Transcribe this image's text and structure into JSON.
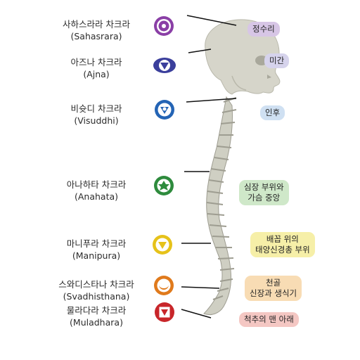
{
  "chakras": [
    {
      "korean": "사하스라라 차크라",
      "latin": "(Sahasrara)",
      "icon": "sahasrara-chakra-icon",
      "color": "#8a3fa6",
      "region": [
        "정수리"
      ],
      "tag_color": "#d7c6e6"
    },
    {
      "korean": "아즈나 차크라",
      "latin": "(Ajna)",
      "icon": "ajna-chakra-icon",
      "color": "#3b3f9c",
      "region": [
        "미간"
      ],
      "tag_color": "#d6d3ec"
    },
    {
      "korean": "비슛디 차크라",
      "latin": "(Visuddhi)",
      "icon": "visuddhi-chakra-icon",
      "color": "#2464b5",
      "region": [
        "인후"
      ],
      "tag_color": "#cfe0f2"
    },
    {
      "korean": "아나하타 차크라",
      "latin": "(Anahata)",
      "icon": "anahata-chakra-icon",
      "color": "#2e8b3d",
      "region": [
        "심장 부위와",
        "가슴 중앙"
      ],
      "tag_color": "#cfe8c9"
    },
    {
      "korean": "마니푸라 차크라",
      "latin": "(Manipura)",
      "icon": "manipura-chakra-icon",
      "color": "#e6c21a",
      "region": [
        "배꼽 위의",
        "태양신경총 부위"
      ],
      "tag_color": "#f6efa8"
    },
    {
      "korean": "스와디스타나 차크라",
      "latin": "(Svadhisthana)",
      "icon": "svadhisthana-chakra-icon",
      "color": "#e07a1c",
      "region": [
        "천골",
        "신장과 생식기"
      ],
      "tag_color": "#f8dcb4"
    },
    {
      "korean": "물라다라 차크라",
      "latin": "(Muladhara)",
      "icon": "muladhara-chakra-icon",
      "color": "#c8262a",
      "region": [
        "척추의 맨 아래"
      ],
      "tag_color": "#f4c7c3"
    }
  ]
}
